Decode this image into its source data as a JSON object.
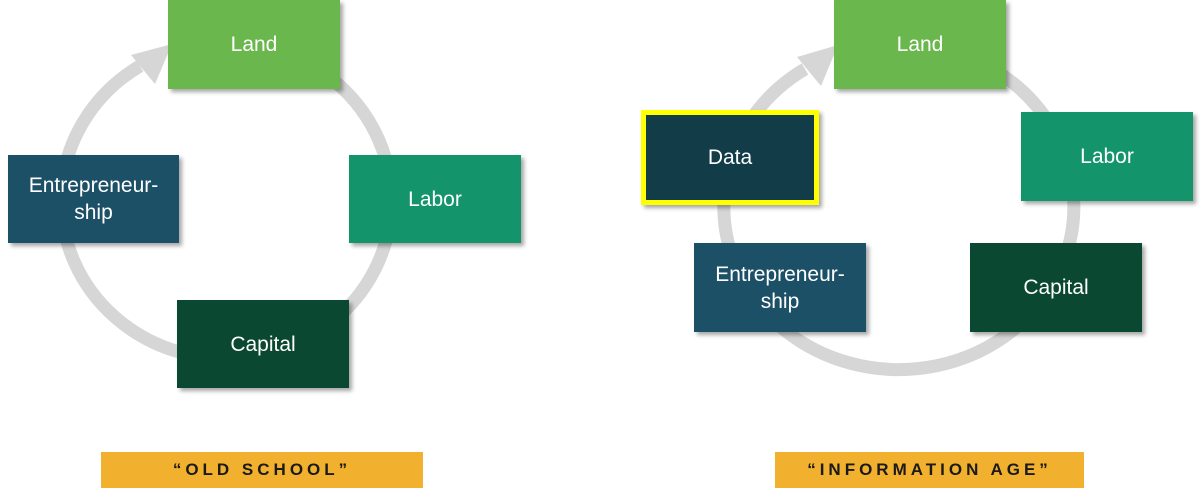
{
  "colors": {
    "land": "#6ab74e",
    "labor": "#13946a",
    "capital": "#0a4832",
    "entrepreneurship": "#1c5067",
    "data": "#133c49",
    "data_outline": "#ffff00",
    "label_bar": "#f2b02f",
    "arrow": "#d6d6d6"
  },
  "old_school": {
    "land": "Land",
    "labor": "Labor",
    "capital": "Capital",
    "entrepreneurship": "Entrepreneur-\nship",
    "label": "“OLD SCHOOL”"
  },
  "information_age": {
    "land": "Land",
    "labor": "Labor",
    "capital": "Capital",
    "entrepreneurship": "Entrepreneur-\nship",
    "data": "Data",
    "label": "“INFORMATION AGE”"
  }
}
